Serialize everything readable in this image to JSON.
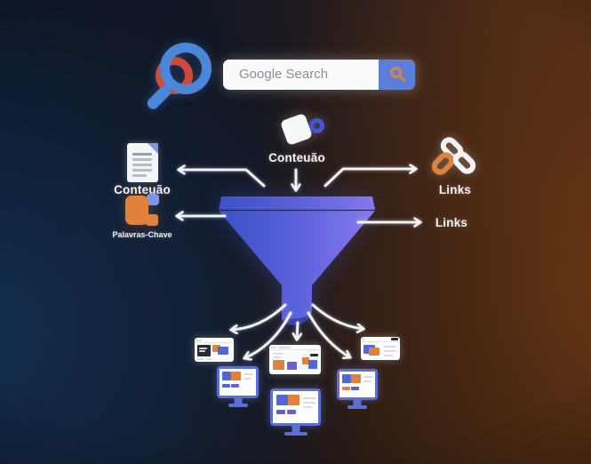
{
  "search_bar": {
    "text": "Google Search"
  },
  "labels": {
    "tag": "Conteuão",
    "document": "Conteuão",
    "keywords": "Palavras-Chave",
    "links_top": "Links",
    "links_bottom": "Links"
  },
  "icons": {
    "magnifier": "magnifying-glass-icon",
    "search_button": "search-icon",
    "tag": "price-tag-icon",
    "document": "document-icon",
    "keywords": "keyword-block-icon",
    "links": "chain-link-icon",
    "funnel": "funnel-shape",
    "screens": "webpage-monitor-icons"
  },
  "colors": {
    "accent_blue": "#4c86d8",
    "magnifier_red": "#cd4a3d",
    "search_button_blue": "#5b7ed8",
    "search_text_gray": "#8a8f98",
    "accent_orange": "#e0813c",
    "tag_ring_blue": "#4456d8",
    "fold_blue": "#7b96e8",
    "funnel_left": "#3c50c8",
    "funnel_mid": "#5a62da",
    "funnel_right": "#8a7af0",
    "monitor_frame": "#5c6ed8",
    "content_blue": "#4f68d6",
    "content_purple": "#6b5fd8",
    "content_dark": "#262b36",
    "arrow_white": "#f2f3f5",
    "label_text": "#f4f4f6",
    "bg_left_blue": "#174a86",
    "bg_right_orange": "#a85418"
  }
}
